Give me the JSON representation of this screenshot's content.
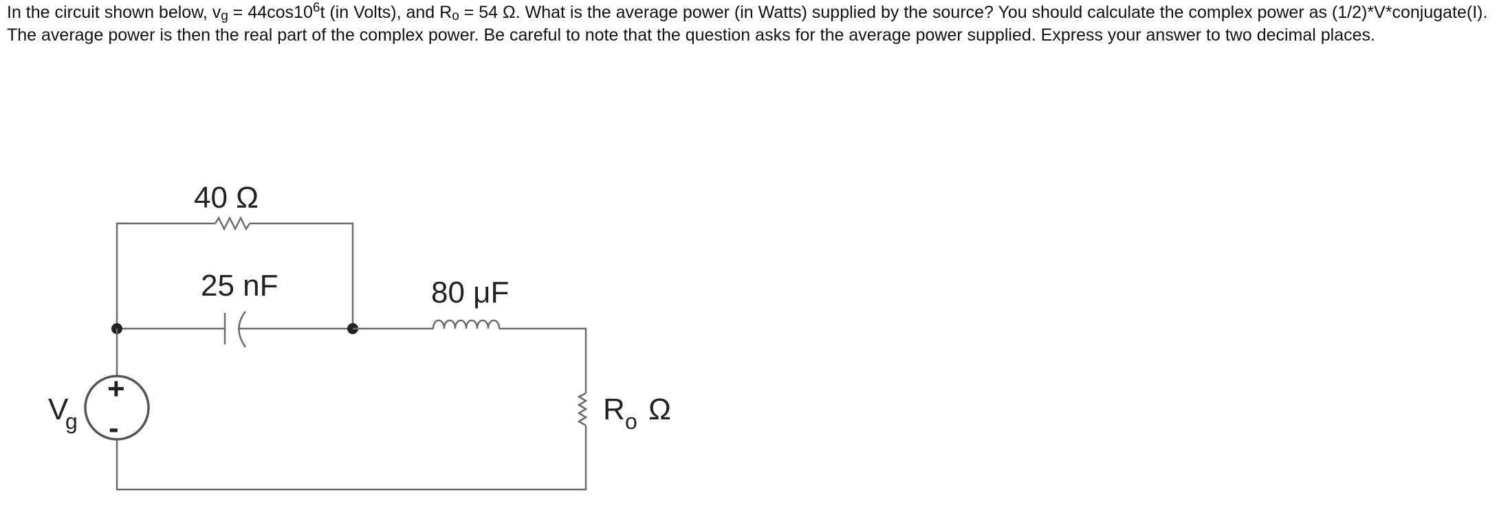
{
  "question": {
    "p1": "In the circuit shown below, v",
    "vg_sub": "g",
    "p2": " = 44cos10",
    "exp": "6",
    "p3": "t (in Volts), and R",
    "ro_sub": "o",
    "p4": " = 54 Ω. What is the average power (in Watts) supplied by the source? You should calculate the complex power as (1/2)*V*conjugate(I). The average power is then the real part of the complex power. Be careful to note that the question asks for the average power supplied. Express your answer to two decimal places."
  },
  "circuit": {
    "resistor_top_label": "40 Ω",
    "capacitor_label": "25 nF",
    "inductor_label": "80 μF",
    "source_label": "V",
    "source_sub": "g",
    "source_plus": "+",
    "source_minus": "-",
    "load_label": "R",
    "load_sub": "o",
    "load_unit": "Ω",
    "wire_color": "#6b6b6b"
  }
}
